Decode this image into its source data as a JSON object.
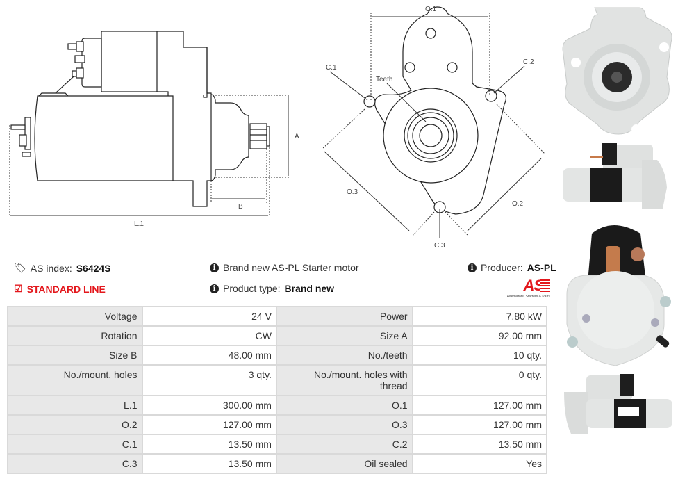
{
  "diagrams": {
    "side_view": {
      "labels": {
        "a": "A",
        "b": "B",
        "l1": "L.1"
      }
    },
    "front_view": {
      "labels": {
        "o1": "O.1",
        "o2": "O.2",
        "o3": "O.3",
        "c1": "C.1",
        "c2": "C.2",
        "c3": "C.3",
        "teeth": "Teeth"
      }
    }
  },
  "info": {
    "as_index_label": "AS index:",
    "as_index_value": "S6424S",
    "line_label": "STANDARD LINE",
    "description": "Brand new AS-PL Starter motor",
    "product_type_label": "Product type:",
    "product_type_value": "Brand new",
    "producer_label": "Producer:",
    "producer_value": "AS-PL",
    "logo_text": "AS",
    "logo_tagline": "Alternators, Starters & Parts"
  },
  "icons": {
    "tag": "tags-icon",
    "check": "check-square-icon",
    "info": "info-circle-icon"
  },
  "colors": {
    "accent_red": "#e3171c",
    "key_cell_bg": "#e8e8e8",
    "border": "#d9d9d9"
  },
  "specs": [
    {
      "k1": "Voltage",
      "v1": "24 V",
      "k2": "Power",
      "v2": "7.80 kW"
    },
    {
      "k1": "Rotation",
      "v1": "CW",
      "k2": "Size A",
      "v2": "92.00 mm"
    },
    {
      "k1": "Size B",
      "v1": "48.00 mm",
      "k2": "No./teeth",
      "v2": "10 qty."
    },
    {
      "k1": "No./mount. holes",
      "v1": "3 qty.",
      "k2": "No./mount. holes with thread",
      "v2": "0 qty."
    },
    {
      "k1": "L.1",
      "v1": "300.00 mm",
      "k2": "O.1",
      "v2": "127.00 mm"
    },
    {
      "k1": "O.2",
      "v1": "127.00 mm",
      "k2": "O.3",
      "v2": "127.00 mm"
    },
    {
      "k1": "C.1",
      "v1": "13.50 mm",
      "k2": "C.2",
      "v2": "13.50 mm"
    },
    {
      "k1": "C.3",
      "v1": "13.50 mm",
      "k2": "Oil sealed",
      "v2": "Yes"
    }
  ]
}
